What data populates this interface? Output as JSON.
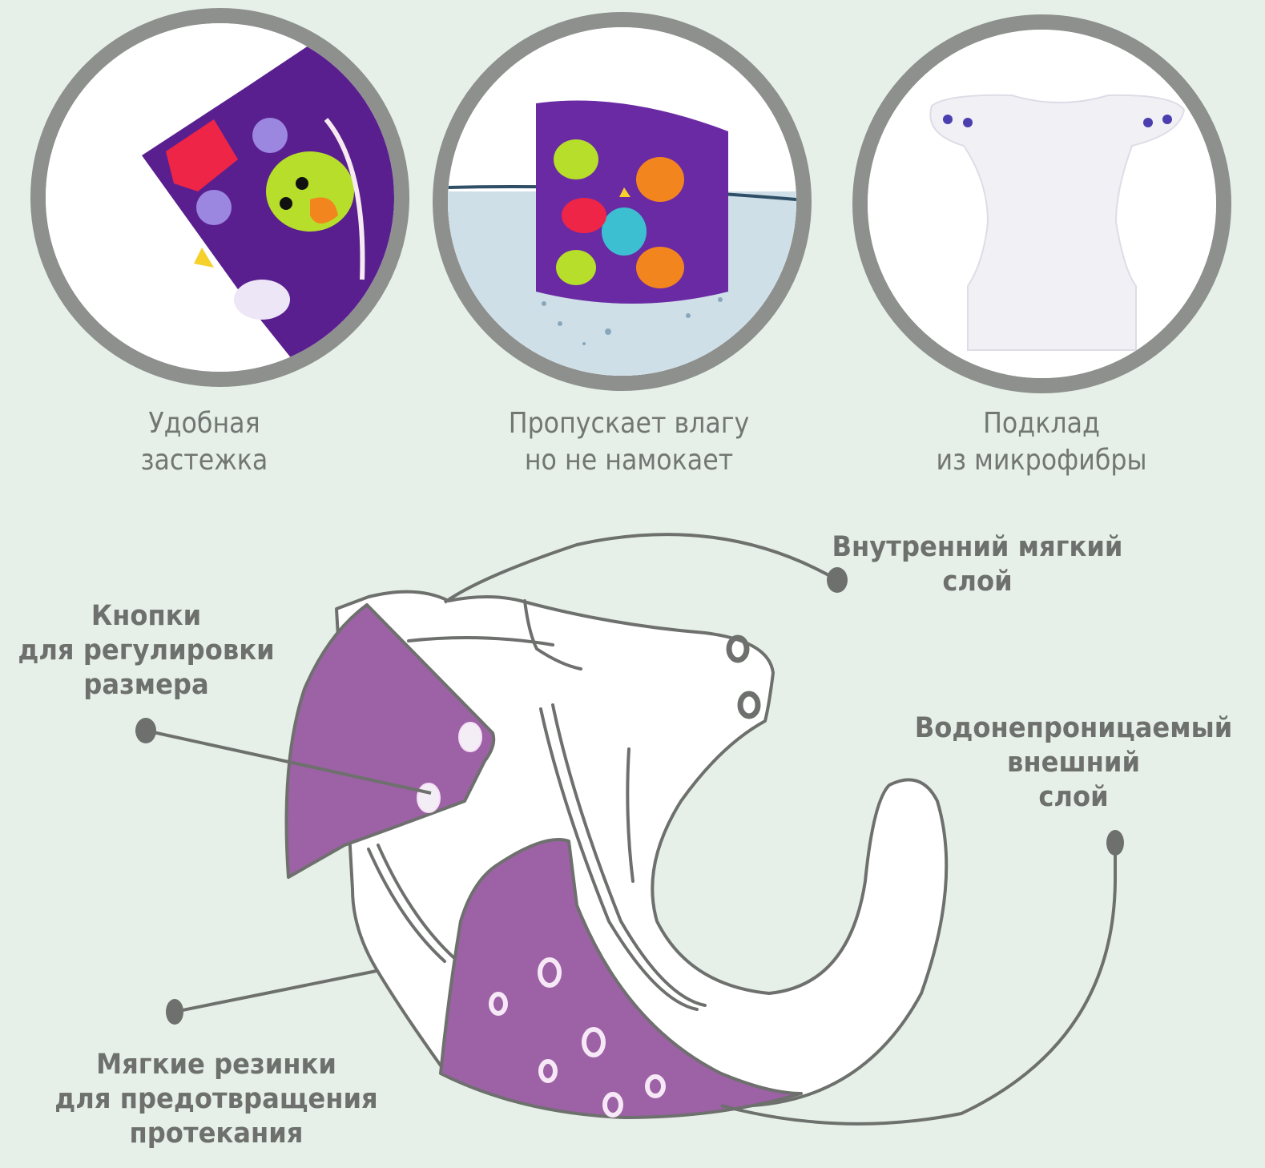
{
  "features": [
    {
      "id": "fastener",
      "caption_lines": [
        "Удобная",
        "застежка"
      ],
      "photo": "diaper-fastener-closeup"
    },
    {
      "id": "waterproof",
      "caption_lines": [
        "Пропускает влагу",
        "но не намокает"
      ],
      "photo": "diaper-in-water"
    },
    {
      "id": "lining",
      "caption_lines": [
        "Подклад",
        "из микрофибры"
      ],
      "photo": "diaper-microfiber-lining"
    }
  ],
  "diagram_labels": {
    "inner_layer": {
      "lines": [
        "Внутренний мягкий",
        "слой"
      ]
    },
    "snaps": {
      "lines": [
        "Кнопки",
        "для регулировки",
        "размера"
      ]
    },
    "outer_layer": {
      "lines": [
        "Водонепроницаемый",
        "внешний",
        "слой"
      ]
    },
    "elastics": {
      "lines": [
        "Мягкие резинки",
        "для предотвращения",
        "протекания"
      ]
    }
  },
  "colors": {
    "background": "#e6f0e8",
    "ring": "#8d908d",
    "text": "#737673",
    "purple": "#9c62a5",
    "outline": "#6e706e"
  }
}
